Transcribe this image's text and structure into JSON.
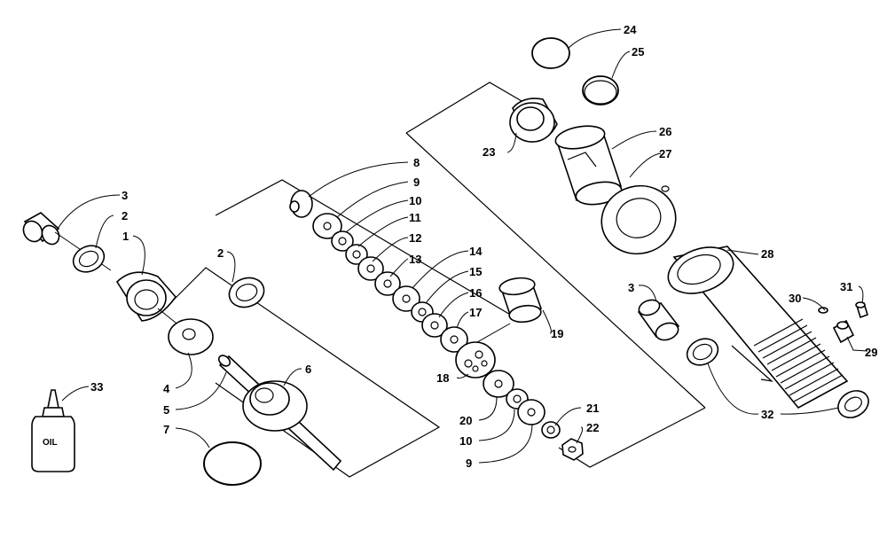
{
  "diagram": {
    "type": "exploded-parts-diagram",
    "callouts": [
      "1",
      "2",
      "2",
      "3",
      "3",
      "4",
      "5",
      "6",
      "7",
      "8",
      "9",
      "10",
      "11",
      "12",
      "13",
      "14",
      "15",
      "16",
      "17",
      "18",
      "19",
      "20",
      "10",
      "9",
      "21",
      "22",
      "23",
      "24",
      "25",
      "26",
      "27",
      "28",
      "29",
      "30",
      "31",
      "32",
      "33"
    ],
    "bottle_label": "OIL"
  }
}
